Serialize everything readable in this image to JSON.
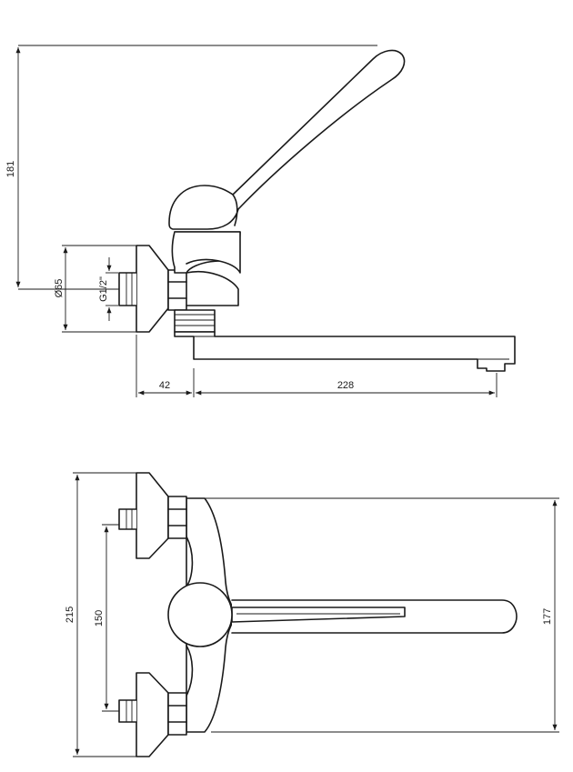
{
  "side_view": {
    "dim_height": "181",
    "dim_diameter": "Ø65",
    "dim_thread": "G1/2\"",
    "dim_offset": "42",
    "dim_spout": "228"
  },
  "top_view": {
    "dim_total": "215",
    "dim_spacing": "150",
    "dim_body": "177"
  }
}
